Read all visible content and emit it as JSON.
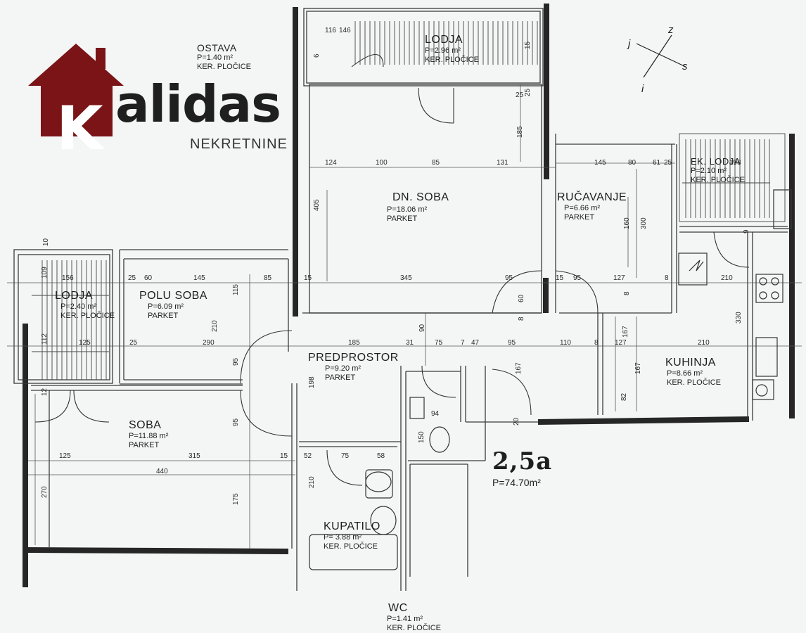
{
  "logo": {
    "k_letter": "K",
    "name_rest": "alidas",
    "subtitle": "NEKRETNINE",
    "brand_color": "#7a1416",
    "text_color": "#1f1f1f"
  },
  "compass": {
    "north": "z",
    "east": "s",
    "west": "j",
    "south": "i"
  },
  "unit": {
    "code": "2,5a",
    "total_area": "P=74.70m²"
  },
  "rooms": {
    "ostava": {
      "name": "OSTAVA",
      "area": "P=1.40 m²",
      "floor": "KER. PLOČICE"
    },
    "lodja_top": {
      "name": "LODJA",
      "area": "P=2.96 m²",
      "floor": "KER. PLOČICE"
    },
    "dn_soba": {
      "name": "DN. SOBA",
      "area": "P=18.06 m²",
      "floor": "PARKET"
    },
    "rucavanje": {
      "name": "RUČAVANJE",
      "area": "P=6.66 m²",
      "floor": "PARKET"
    },
    "ek_lodja": {
      "name": "EK. LODJA",
      "area": "P=2.10 m²",
      "floor": "KER. PLOČICE"
    },
    "lodja_left": {
      "name": "LODJA",
      "area": "P=2.40 m²",
      "floor": "KER. PLOČICE"
    },
    "polu_soba": {
      "name": "POLU SOBA",
      "area": "P=6.09 m²",
      "floor": "PARKET"
    },
    "predprostor": {
      "name": "PREDPROSTOR",
      "area": "P=9.20 m²",
      "floor": "PARKET"
    },
    "kuhinja": {
      "name": "KUHINJA",
      "area": "P=8.66 m²",
      "floor": "KER. PLOČICE"
    },
    "soba": {
      "name": "SOBA",
      "area": "P=11.88 m²",
      "floor": "PARKET"
    },
    "kupatilo": {
      "name": "KUPATILO",
      "area": "P= 3.88 m²",
      "floor": "KER. PLOČICE"
    },
    "wc": {
      "name": "WC",
      "area": "P=1.41 m²",
      "floor": "KER. PLOČICE"
    }
  },
  "dimensions": {
    "d124": "124",
    "d100": "100",
    "d85": "85",
    "d131": "131",
    "d145a": "145",
    "d80": "80",
    "d61": "61",
    "d25a": "25",
    "d198": "198",
    "d405": "405",
    "d185a": "185",
    "d25b": "25",
    "d160": "160",
    "d300": "300",
    "d156": "156",
    "d109": "109",
    "d25c": "25",
    "d60": "60",
    "d145b": "145",
    "d85b": "85",
    "d15a": "15",
    "d345": "345",
    "d95a": "95",
    "d15b": "15",
    "d95b": "95",
    "d127a": "127",
    "d8a": "8",
    "d210a": "210",
    "d115": "115",
    "d210b": "210",
    "d125a": "125",
    "d25d": "25",
    "d290": "290",
    "d112": "112",
    "d185b": "185",
    "d31": "31",
    "d75a": "75",
    "d7": "7",
    "d47": "47",
    "d95c": "95",
    "d110": "110",
    "d8b": "8",
    "d127b": "127",
    "d210c": "210",
    "d330": "330",
    "d90": "90",
    "d198b": "198",
    "d167a": "167",
    "d167b": "167",
    "d167c": "167",
    "d82": "82",
    "d94": "94",
    "d150": "150",
    "d20": "20",
    "d12": "12",
    "d95d": "95",
    "d95e": "95",
    "d125b": "125",
    "d315": "315",
    "d15c": "15",
    "d52": "52",
    "d75b": "75",
    "d58": "58",
    "d440": "440",
    "d270": "270",
    "d175": "175",
    "d210d": "210",
    "d10": "10",
    "d116": "116",
    "d146": "146",
    "d25e": "25",
    "d15d": "15",
    "d60b": "60",
    "d8c": "8",
    "d8d": "8",
    "d6": "6",
    "d9": "9"
  }
}
